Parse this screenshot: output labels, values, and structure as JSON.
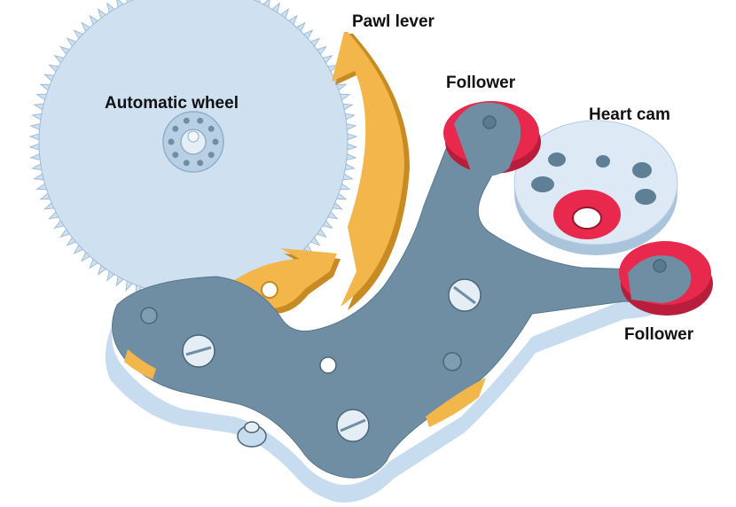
{
  "labels": {
    "automatic_wheel": "Automatic wheel",
    "pawl_lever": "Pawl lever",
    "follower_top": "Follower",
    "heart_cam": "Heart cam",
    "follower_right": "Follower"
  },
  "colors": {
    "background": "#ffffff",
    "wheel": "#cfe0f0",
    "wheel_shadow": "#8fb0cc",
    "pawl_lever": "#f2b64a",
    "pawl_lever_shadow": "#c88a22",
    "bridge_top": "#6f8ea3",
    "bridge_side": "#c8dcef",
    "follower": "#e8284c",
    "heart_cam": "#dde9f5",
    "screw": "#e6eef5",
    "label_text": "#111111"
  }
}
